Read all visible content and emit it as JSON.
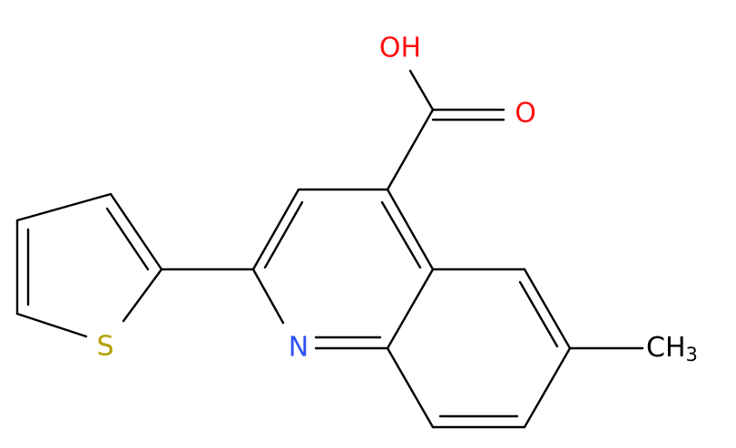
{
  "molecule": {
    "atoms": {
      "oh": {
        "text": "OH",
        "color": "#ff0d0d"
      },
      "o": {
        "text": "O",
        "color": "#ff0d0d"
      },
      "n": {
        "text": "N",
        "color": "#3050f8"
      },
      "s": {
        "text": "S",
        "color": "#b2a100"
      },
      "ch3": {
        "main": "CH",
        "sub": "3",
        "color": "#000000"
      }
    },
    "bond_color": "#000000"
  }
}
